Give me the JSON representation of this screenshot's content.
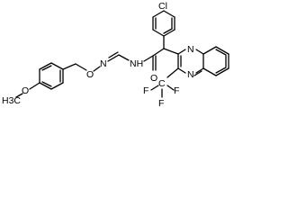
{
  "atom_labels": {
    "methoxy_o": "O",
    "methoxy_c": "H3C",
    "oxime_o": "O",
    "imine_n": "N",
    "amide_n": "NH",
    "carbonyl_o": "O",
    "chlorine": "Cl",
    "quinoxaline_n1": "N",
    "quinoxaline_n4": "N",
    "cf3_carbon": "C",
    "fluorine_1": "F",
    "fluorine_2": "F",
    "fluorine_3": "F"
  }
}
